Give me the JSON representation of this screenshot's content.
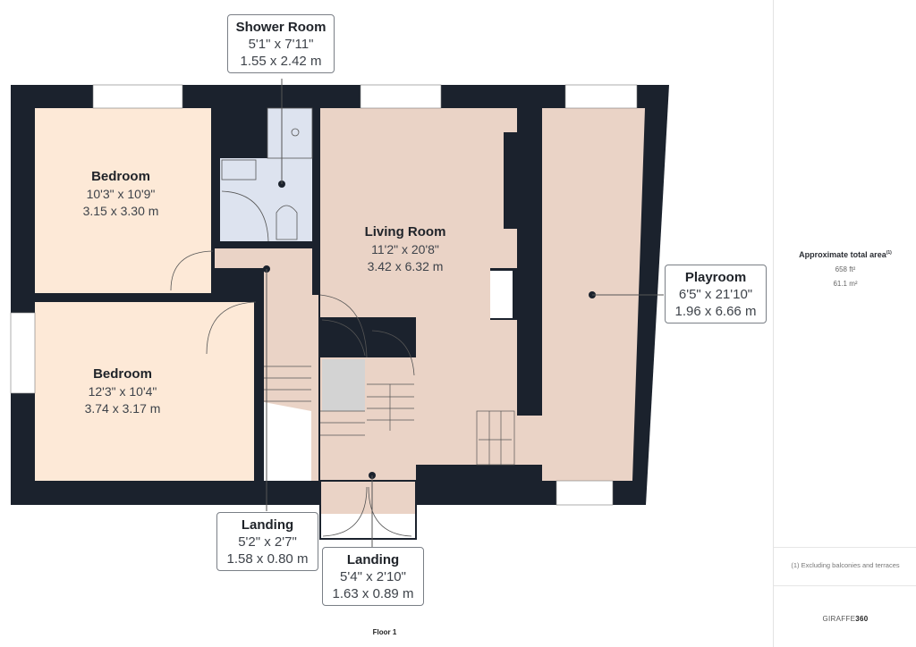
{
  "floor_label": "Floor 1",
  "rooms": {
    "shower_room": {
      "name": "Shower Room",
      "imperial": "5'1\" x 7'11\"",
      "metric": "1.55 x 2.42 m"
    },
    "bedroom_1": {
      "name": "Bedroom",
      "imperial": "10'3\" x 10'9\"",
      "metric": "3.15 x 3.30 m"
    },
    "bedroom_2": {
      "name": "Bedroom",
      "imperial": "12'3\" x 10'4\"",
      "metric": "3.74 x 3.17 m"
    },
    "living_room": {
      "name": "Living Room",
      "imperial": "11'2\" x 20'8\"",
      "metric": "3.42 x 6.32 m"
    },
    "playroom": {
      "name": "Playroom",
      "imperial": "6'5\" x 21'10\"",
      "metric": "1.96 x 6.66 m"
    },
    "landing_1": {
      "name": "Landing",
      "imperial": "5'2\" x 2'7\"",
      "metric": "1.58 x 0.80 m"
    },
    "landing_2": {
      "name": "Landing",
      "imperial": "5'4\" x 2'10\"",
      "metric": "1.63 x 0.89 m"
    }
  },
  "summary": {
    "title": "Approximate total area",
    "note_marker": "(1)",
    "area_imperial": "658 ft²",
    "area_metric": "61.1 m²",
    "footnote": "(1) Excluding balconies and terraces",
    "brand_prefix": "GIRAFFE",
    "brand_suffix": "360"
  },
  "colors": {
    "wall": "#1b222d",
    "bedroom_fill": "#fde9d7",
    "living_fill": "#ead3c6",
    "bathroom_fill": "#dde3ef",
    "void_fill": "#d3d3d3"
  }
}
